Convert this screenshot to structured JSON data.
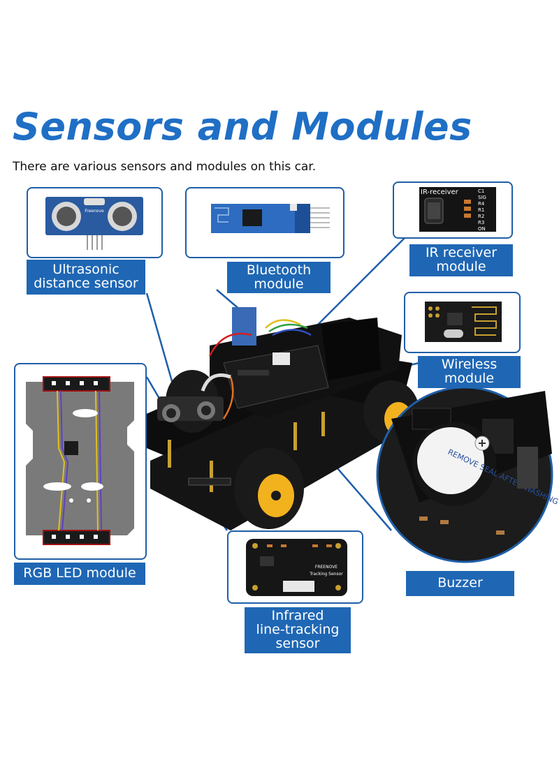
{
  "title": "Sensors and Modules",
  "subtitle": "There are various sensors and modules on this car.",
  "modules": {
    "ultrasonic": {
      "label": "Ultrasonic\ndistance sensor",
      "board_text": "Freenove"
    },
    "bluetooth": {
      "label": "Bluetooth\nmodule"
    },
    "ir_receiver": {
      "label": "IR receiver\nmodule",
      "board_text": "IR-receiver",
      "pins": [
        "C1",
        "SIG",
        "R4",
        "R1",
        "R2",
        "R3",
        "ON"
      ]
    },
    "wireless": {
      "label": "Wireless\nmodule"
    },
    "rgb_led": {
      "label": "RGB LED module"
    },
    "buzzer": {
      "label": "Buzzer",
      "sticker_text": "REMOVE SEAL AFTER WASHING"
    },
    "infrared": {
      "label": "Infrared\nline-tracking\nsensor",
      "board_text": "Tracking Sensor",
      "brand": "FREENOVE"
    }
  },
  "colors": {
    "title": "#1f6fc5",
    "label_bg": "#1f67b4",
    "box_border": "#1f5fa8",
    "pcb_blue": "#2a5aa0"
  }
}
